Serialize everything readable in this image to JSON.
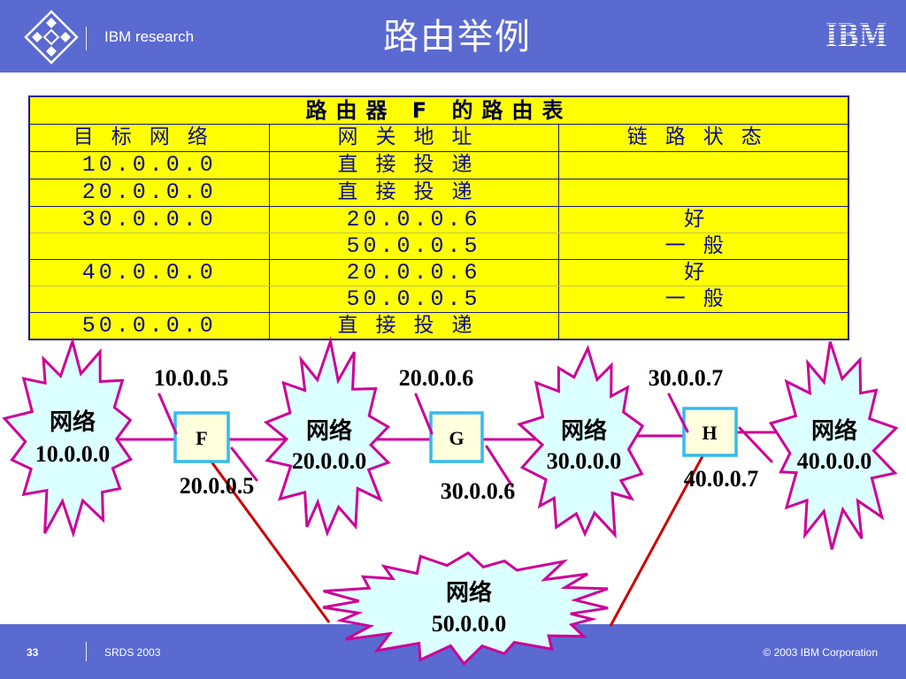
{
  "header": {
    "logo_icon": "ibm-research-diamond-icon",
    "org": "IBM research",
    "title": "路由举例",
    "ibm_logo": "IBM"
  },
  "table": {
    "caption": "路由器 F 的路由表",
    "columns": [
      "目标网络",
      "网关地址",
      "链路状态"
    ],
    "rows": [
      {
        "dest": "10.0.0.0",
        "gateway": "直接投递"
      },
      {
        "dest": "20.0.0.0",
        "gateway": "直接投递"
      },
      {
        "dest": "30.0.0.0",
        "routes": [
          {
            "gateway": "20.0.0.6",
            "status": "好"
          },
          {
            "gateway": "50.0.0.5",
            "status": "一般"
          }
        ]
      },
      {
        "dest": "40.0.0.0",
        "routes": [
          {
            "gateway": "20.0.0.6",
            "status": "好"
          },
          {
            "gateway": "50.0.0.5",
            "status": "一般"
          }
        ]
      },
      {
        "dest": "50.0.0.0",
        "gateway": "直接投递"
      }
    ]
  },
  "diagram": {
    "networks": [
      {
        "label": "网络",
        "address": "10.0.0.0"
      },
      {
        "label": "网络",
        "address": "20.0.0.0"
      },
      {
        "label": "网络",
        "address": "30.0.0.0"
      },
      {
        "label": "网络",
        "address": "40.0.0.0"
      },
      {
        "label": "网络",
        "address": "50.0.0.0"
      }
    ],
    "routers": [
      {
        "name": "F"
      },
      {
        "name": "G"
      },
      {
        "name": "H"
      }
    ],
    "interfaces": [
      "10.0.0.5",
      "20.0.0.5",
      "20.0.0.6",
      "30.0.0.6",
      "30.0.0.7",
      "40.0.0.7"
    ]
  },
  "footer": {
    "page_number": "33",
    "event": "SRDS 2003",
    "copyright": "© 2003 IBM Corporation"
  },
  "colors": {
    "brand_bar": "#5a6ad0",
    "table_fill": "#ffff00",
    "table_line": "#1a1a8a",
    "table_text": "#0c0c90",
    "cloud_fill": "#dcffff",
    "cloud_outline": "#cc0099",
    "lan_link": "#cc0099",
    "wan_link": "#cc0000",
    "router_border": "#33bbee",
    "router_fill": "#ffffdd"
  }
}
